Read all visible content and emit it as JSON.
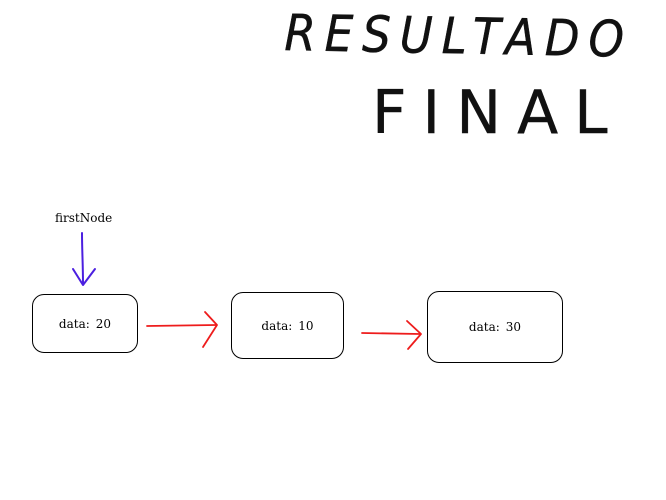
{
  "title": {
    "line1": "RESULTADO",
    "line2": "FINAL"
  },
  "pointer": {
    "label": "firstNode",
    "color": "#4B1FE0"
  },
  "link_color": "#EE1C1C",
  "nodes": [
    {
      "key": "data:",
      "value": "20"
    },
    {
      "key": "data:",
      "value": "10"
    },
    {
      "key": "data:",
      "value": "30"
    }
  ]
}
